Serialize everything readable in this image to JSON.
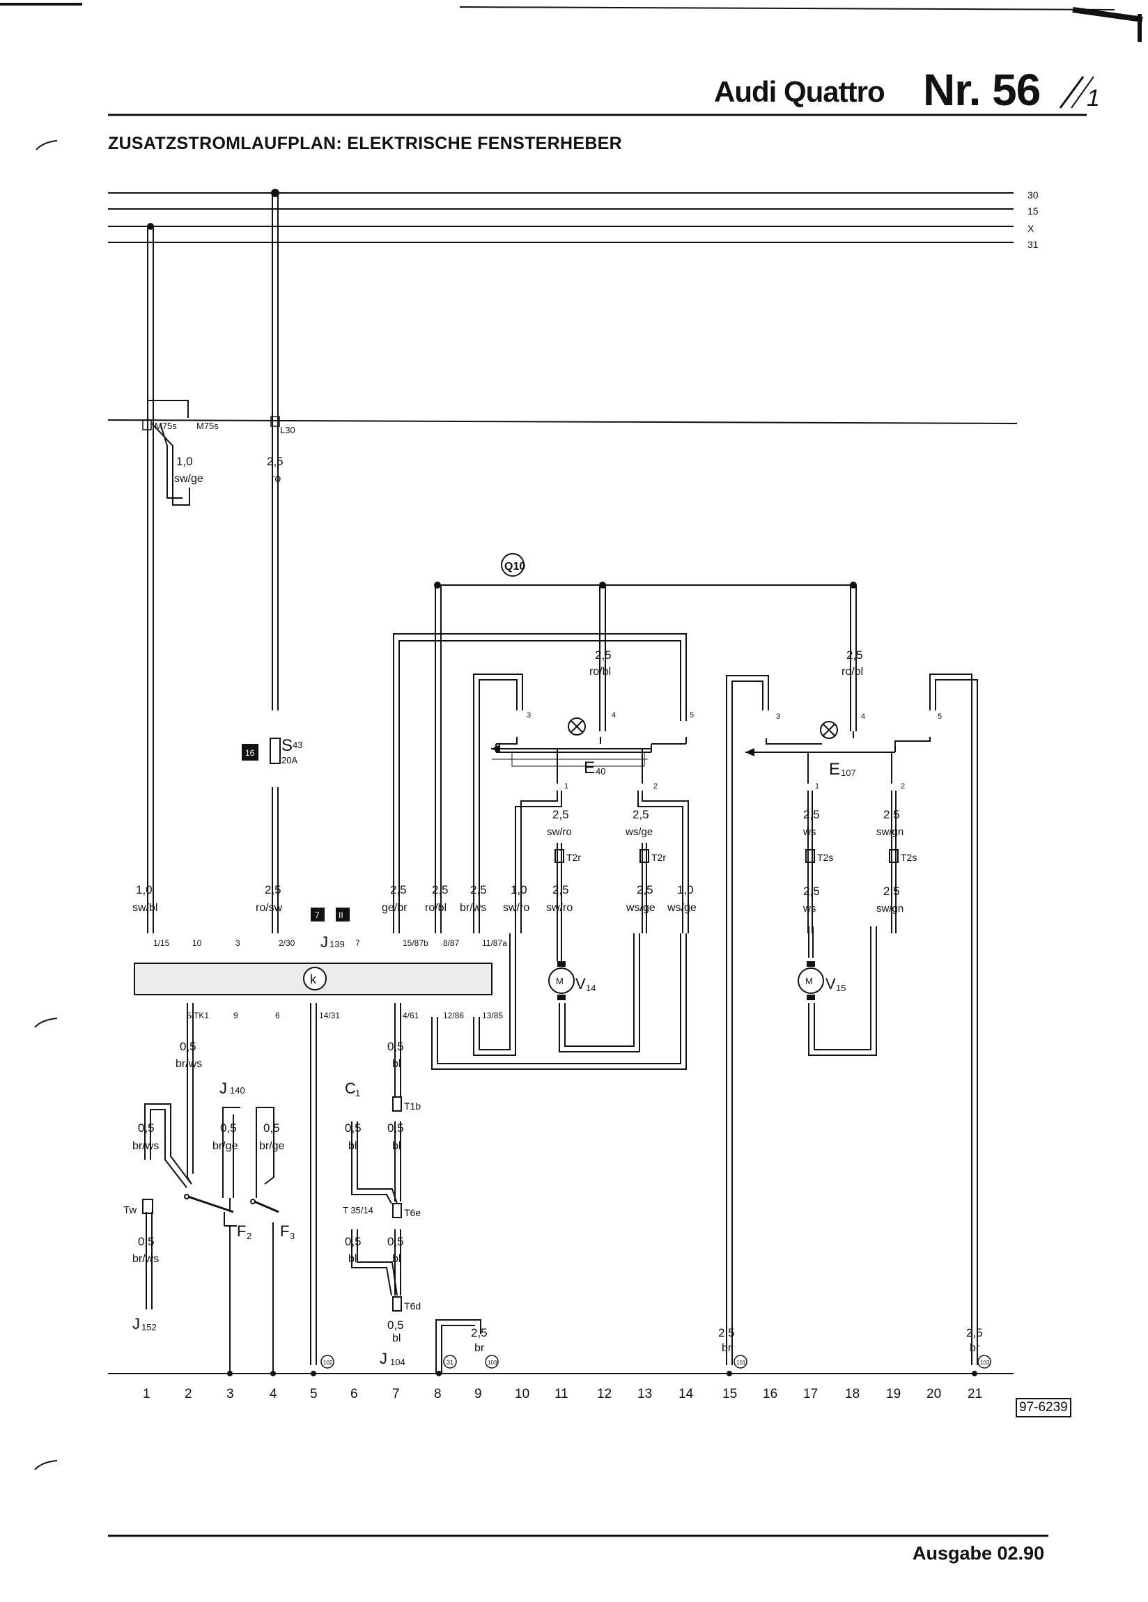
{
  "header": {
    "brand": "Audi Quattro",
    "doc_number": "Nr. 56",
    "title": "ZUSATZSTROMLAUFPLAN: ELEKTRISCHE FENSTERHEBER"
  },
  "rails": {
    "labels": [
      "30",
      "15",
      "X",
      "31"
    ]
  },
  "fuse_relay_block": {
    "labels": [
      "M75s",
      "M75s",
      "L30"
    ]
  },
  "top_wires": {
    "m75_size": "1,0",
    "m75_color": "sw/ge",
    "l30_size": "2,5",
    "l30_color": "ro"
  },
  "fuse": {
    "slot": "16",
    "name": "S",
    "sub": "43",
    "rating": "20A"
  },
  "ground_top": "Q10",
  "relay": {
    "name": "J",
    "sub": "139",
    "slot_badges": [
      "7",
      "II"
    ],
    "pins_top": [
      "1/15",
      "10",
      "3",
      "2/30",
      "7",
      "15/87b",
      "8/87",
      "11/87a"
    ],
    "pins_bottom": [
      "5/TK1",
      "9",
      "6",
      "14/31",
      "4/61",
      "12/86",
      "13/85"
    ]
  },
  "relay_input_wires": [
    {
      "size": "1,0",
      "color": "sw/bl"
    },
    {
      "size": "2,5",
      "color": "ro/sw"
    },
    {
      "size": "2,5",
      "color": "ge/br"
    },
    {
      "size": "2,5",
      "color": "ro/bl"
    },
    {
      "size": "2,5",
      "color": "br/ws"
    },
    {
      "size": "1,0",
      "color": "sw/ro"
    },
    {
      "size": "2,5",
      "color": "sw/ro"
    },
    {
      "size": "2,5",
      "color": "ws/ge"
    },
    {
      "size": "1,0",
      "color": "ws/ge"
    }
  ],
  "switches": [
    {
      "name": "E",
      "sub": "40",
      "feed_size": "2,5",
      "feed_color": "ro/bl",
      "pins": [
        "3",
        "4",
        "5",
        "1",
        "2"
      ],
      "out1_size": "2,5",
      "out1_color": "sw/ro",
      "out2_size": "2,5",
      "out2_color": "ws/ge",
      "connector": "T2r",
      "motor": "V",
      "motor_sub": "14"
    },
    {
      "name": "E",
      "sub": "107",
      "feed_size": "2,5",
      "feed_color": "ro/bl",
      "pins": [
        "3",
        "4",
        "5",
        "1",
        "2"
      ],
      "out1_size": "2,5",
      "out1_color": "ws",
      "out2_size": "2,5",
      "out2_color": "sw/gn",
      "connector": "T2s",
      "motor": "V",
      "motor_sub": "15"
    }
  ],
  "lower": {
    "j139_out_size": "0,5",
    "j139_out_color": "br/ws",
    "j140": {
      "name": "J",
      "sub": "140"
    },
    "tw_wire_size": "0,5",
    "tw_wire_color": "br/ws",
    "f2_wire_size": "0,5",
    "f2_wire_color": "br/ge",
    "f3_wire_size": "0,5",
    "f3_wire_color": "br/ge",
    "tw_label": "Tw",
    "tw_out_size": "0,5",
    "tw_out_color": "br/ws",
    "j152": {
      "name": "J",
      "sub": "152"
    },
    "f2": {
      "name": "F",
      "sub": "2"
    },
    "f3": {
      "name": "F",
      "sub": "3"
    },
    "pin461_size": "0,5",
    "pin461_color": "bl",
    "c1": {
      "name": "C",
      "sub": "1"
    },
    "t1b": "T1b",
    "c1_wire_size": "0,5",
    "c1_wire_color": "bl",
    "t1b_wire_size": "0,5",
    "t1b_wire_color": "bl",
    "t35": "T 35/14",
    "t6e": "T6e",
    "t35_wire_size": "0,5",
    "t35_wire_color": "bl",
    "t6e_wire_size": "0,5",
    "t6e_wire_color": "bl",
    "t6d": "T6d",
    "t6d_wire_size": "0,5",
    "t6d_wire_color": "bl",
    "j104": {
      "name": "J",
      "sub": "104"
    },
    "ground8": "31",
    "ground9_size": "2,5",
    "ground9_color": "br",
    "ground9": "103",
    "ground5": "102",
    "ground15_size": "2,5",
    "ground15_color": "br",
    "ground15": "101",
    "ground21_size": "2,5",
    "ground21_color": "br",
    "ground21": "103"
  },
  "track_numbers": [
    "1",
    "2",
    "3",
    "4",
    "5",
    "6",
    "7",
    "8",
    "9",
    "10",
    "11",
    "12",
    "13",
    "14",
    "15",
    "16",
    "17",
    "18",
    "19",
    "20",
    "21"
  ],
  "ref_code": "97-6239",
  "footer": {
    "edition": "Ausgabe 02.90"
  }
}
